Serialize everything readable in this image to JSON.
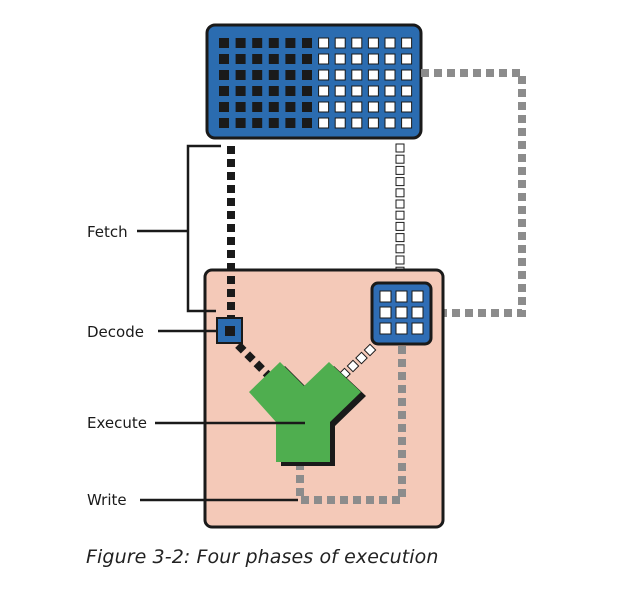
{
  "phases": {
    "fetch": "Fetch",
    "decode": "Decode",
    "execute": "Execute",
    "write": "Write"
  },
  "caption": "Figure 3-2: Four phases of execution",
  "colors": {
    "memory_fill": "#2b6cb0",
    "cpu_fill": "#f4c9b8",
    "alu_fill": "#4fae4f",
    "outline": "#1a1a1a",
    "gray_path": "#8c8c8c",
    "register_fill": "#2f6db5"
  }
}
